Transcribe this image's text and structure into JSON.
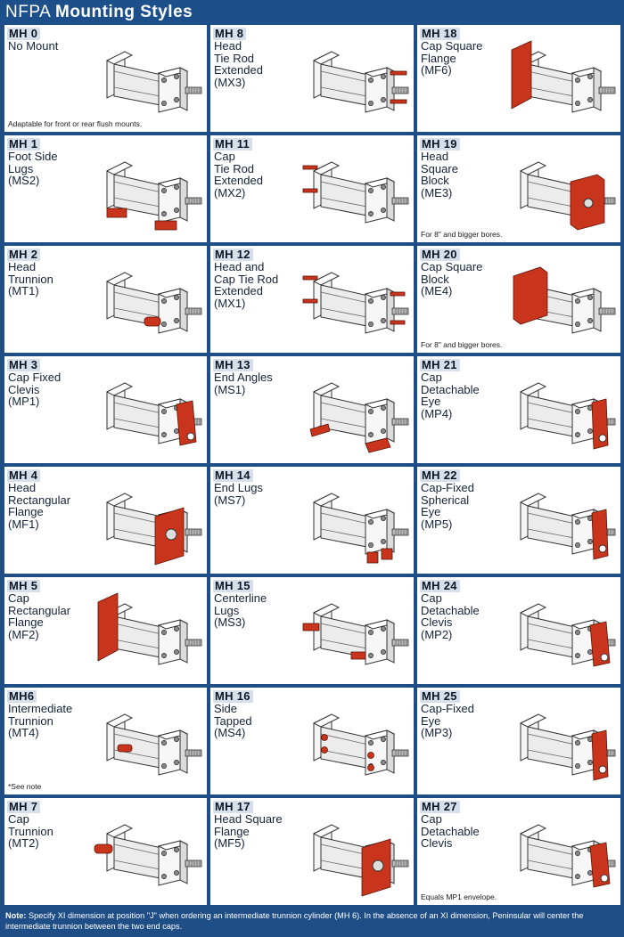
{
  "header": {
    "title_thin": "NFPA",
    "title_bold": "Mounting Styles"
  },
  "colors": {
    "background": "#1f4e86",
    "mount_red": "#c8351c",
    "code_bg": "#d7e0ea"
  },
  "cells": [
    {
      "code": "MH 0",
      "lines": [
        "No Mount"
      ],
      "footnote": "Adaptable for front or rear flush mounts.",
      "mount": "none"
    },
    {
      "code": "MH 8",
      "lines": [
        "Head",
        "Tie Rod",
        "Extended",
        "(MX3)"
      ],
      "footnote": "",
      "mount": "head-rods"
    },
    {
      "code": "MH 18",
      "lines": [
        "Cap Square",
        "Flange",
        "(MF6)"
      ],
      "footnote": "",
      "mount": "cap-flange"
    },
    {
      "code": "MH 1",
      "lines": [
        "Foot Side",
        "Lugs",
        "(MS2)"
      ],
      "footnote": "",
      "mount": "side-lugs"
    },
    {
      "code": "MH 11",
      "lines": [
        "Cap",
        "Tie Rod",
        "Extended",
        "(MX2)"
      ],
      "footnote": "",
      "mount": "cap-rods"
    },
    {
      "code": "MH 19",
      "lines": [
        "Head",
        "Square",
        "Block",
        "(ME3)"
      ],
      "footnote": "For 8\" and bigger bores.",
      "mount": "head-block"
    },
    {
      "code": "MH 2",
      "lines": [
        "Head",
        "Trunnion",
        "(MT1)"
      ],
      "footnote": "",
      "mount": "head-trunnion"
    },
    {
      "code": "MH 12",
      "lines": [
        "Head and",
        "Cap Tie Rod",
        "Extended",
        "(MX1)"
      ],
      "footnote": "",
      "mount": "both-rods"
    },
    {
      "code": "MH 20",
      "lines": [
        "Cap Square",
        "Block",
        "(ME4)"
      ],
      "footnote": "For 8\" and bigger bores.",
      "mount": "cap-block"
    },
    {
      "code": "MH 3",
      "lines": [
        "Cap Fixed",
        "Clevis",
        "(MP1)"
      ],
      "footnote": "",
      "mount": "cap-clevis"
    },
    {
      "code": "MH 13",
      "lines": [
        "End Angles",
        "(MS1)"
      ],
      "footnote": "",
      "mount": "end-angles"
    },
    {
      "code": "MH 21",
      "lines": [
        "Cap",
        "Detachable",
        "Eye",
        "(MP4)"
      ],
      "footnote": "",
      "mount": "cap-eye"
    },
    {
      "code": "MH 4",
      "lines": [
        "Head",
        "Rectangular",
        "Flange",
        "(MF1)"
      ],
      "footnote": "",
      "mount": "head-flange"
    },
    {
      "code": "MH 14",
      "lines": [
        "End Lugs",
        "(MS7)"
      ],
      "footnote": "",
      "mount": "end-lugs"
    },
    {
      "code": "MH 22",
      "lines": [
        "Cap-Fixed",
        "Spherical",
        "Eye",
        "(MP5)"
      ],
      "footnote": "",
      "mount": "cap-eye"
    },
    {
      "code": "MH 5",
      "lines": [
        "Cap",
        "Rectangular",
        "Flange",
        "(MF2)"
      ],
      "footnote": "",
      "mount": "cap-flange"
    },
    {
      "code": "MH 15",
      "lines": [
        "Centerline",
        "Lugs",
        "(MS3)"
      ],
      "footnote": "",
      "mount": "center-lugs"
    },
    {
      "code": "MH 24",
      "lines": [
        "Cap",
        "Detachable",
        "Clevis",
        "(MP2)"
      ],
      "footnote": "",
      "mount": "cap-clevis"
    },
    {
      "code": "MH6",
      "lines": [
        "Intermediate",
        "Trunnion",
        "(MT4)"
      ],
      "footnote": "*See note",
      "mount": "mid-trunnion"
    },
    {
      "code": "MH 16",
      "lines": [
        "Side",
        "Tapped",
        "(MS4)"
      ],
      "footnote": "",
      "mount": "side-tapped"
    },
    {
      "code": "MH 25",
      "lines": [
        "Cap-Fixed",
        "Eye",
        "(MP3)"
      ],
      "footnote": "",
      "mount": "cap-eye"
    },
    {
      "code": "MH 7",
      "lines": [
        "Cap",
        "Trunnion",
        "(MT2)"
      ],
      "footnote": "",
      "mount": "cap-trunnion"
    },
    {
      "code": "MH 17",
      "lines": [
        "Head Square",
        "Flange",
        "(MF5)"
      ],
      "footnote": "",
      "mount": "head-flange"
    },
    {
      "code": "MH 27",
      "lines": [
        "Cap",
        "Detachable",
        "Clevis"
      ],
      "footnote": "Equals MP1 envelope.",
      "mount": "cap-clevis"
    }
  ],
  "note": {
    "label": "Note:",
    "text": " Specify XI dimension at position \"J\" when ordering an intermediate trunnion cylinder (MH 6). In the absence of an XI dimension, Peninsular will center the intermediate trunnion between the two end caps."
  }
}
